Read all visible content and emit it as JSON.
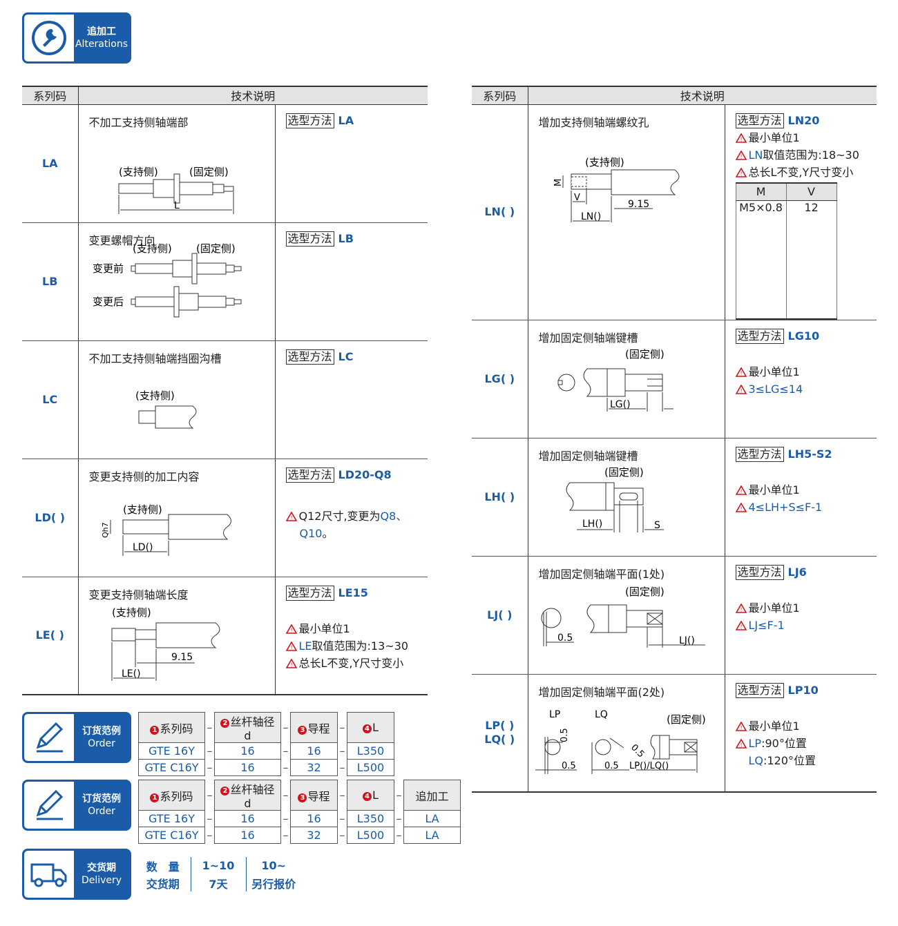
{
  "header": {
    "title_zh": "追加工",
    "title_en": "Alterations"
  },
  "table_headers": {
    "code": "系列码",
    "desc": "技术说明"
  },
  "select_label": "选型方法",
  "left_rows": [
    {
      "code": "LA",
      "title": "不加工支持侧轴端部",
      "sel": "LA",
      "labels": {
        "a": "(支持侧)",
        "b": "(固定侧)",
        "c": "L"
      }
    },
    {
      "code": "LB",
      "title": "变更螺帽方向",
      "sel": "LB",
      "labels": {
        "a": "(支持侧)",
        "b": "(固定侧)",
        "before": "变更前",
        "after": "变更后"
      }
    },
    {
      "code": "LC",
      "title": "不加工支持侧轴端挡圈沟槽",
      "sel": "LC",
      "labels": {
        "a": "(支持侧)"
      }
    },
    {
      "code": "LD( )",
      "title": "变更支持侧的加工内容",
      "sel": "LD20-Q8",
      "labels": {
        "a": "(支持侧)",
        "q": "Qh7",
        "ld": "LD()"
      },
      "notes": [
        {
          "t": "Q12尺寸,变更为"
        },
        {
          "b": "Q8、"
        },
        {
          "b2": "Q10"
        },
        {
          "t2": "。"
        }
      ]
    },
    {
      "code": "LE( )",
      "title": "变更支持侧轴端长度",
      "sel": "LE15",
      "labels": {
        "a": "(支持侧)",
        "dim": "9.15",
        "le": "LE()"
      },
      "notes": [
        "最小单位1",
        "取值范围为:13~30",
        "总长L不变,Y尺寸变小"
      ],
      "note_prefix": "LE"
    }
  ],
  "right_rows": [
    {
      "code": "LN( )",
      "title": "增加支持侧轴端螺纹孔",
      "sel": "LN20",
      "labels": {
        "a": "(支持侧)",
        "m": "M",
        "v": "V",
        "dim": "9.15",
        "ln": "LN()"
      },
      "notes": [
        "最小单位1",
        "取值范围为:18~30",
        "总长L不变,Y尺寸变小"
      ],
      "note_prefix": "LN",
      "mini": {
        "headers": [
          "M",
          "V"
        ],
        "values": [
          "M5×0.8",
          "12"
        ]
      }
    },
    {
      "code": "LG( )",
      "title": "增加固定侧轴端键槽",
      "sel": "LG10",
      "labels": {
        "a": "(固定侧)",
        "lg": "LG()"
      },
      "notes": [
        "最小单位1",
        "3≤LG≤14"
      ]
    },
    {
      "code": "LH( )",
      "title": "增加固定侧轴端键槽",
      "sel": "LH5-S2",
      "labels": {
        "a": "(固定侧)",
        "lh": "LH()",
        "s": "S"
      },
      "notes": [
        "最小单位1",
        "4≤LH+S≤F-1"
      ]
    },
    {
      "code": "LJ( )",
      "title": "增加固定侧轴端平面(1处)",
      "sel": "LJ6",
      "labels": {
        "a": "(固定侧)",
        "d": "0.5",
        "lj": "LJ()"
      },
      "notes": [
        "最小单位1",
        "LJ≤F-1"
      ]
    },
    {
      "code": "LP( )",
      "code2": "LQ( )",
      "title": "增加固定侧轴端平面(2处)",
      "sel": "LP10",
      "labels": {
        "a": "(固定侧)",
        "lp": "LP",
        "lq": "LQ",
        "d": "0.5",
        "lplq": "LP()/LQ()"
      },
      "notes": [
        "最小单位1",
        ":90°位置",
        ":120°位置"
      ],
      "lp": "LP",
      "lq": "LQ"
    }
  ],
  "order": {
    "title_zh": "订货范例",
    "title_en": "Order",
    "headers": [
      "系列码",
      "丝杆轴径d",
      "导程",
      "L",
      "追加工"
    ],
    "nums": [
      "1",
      "2",
      "3",
      "4"
    ],
    "rows": [
      [
        "GTE 16Y",
        "16",
        "16",
        "L350",
        "LA"
      ],
      [
        "GTE C16Y",
        "16",
        "32",
        "L500",
        "LA"
      ]
    ],
    "dash": "–"
  },
  "delivery": {
    "title_zh": "交货期",
    "title_en": "Delivery",
    "r1": [
      "数　量",
      "1~10",
      "10~"
    ],
    "r2": [
      "交货期",
      "7天",
      "另行报价"
    ]
  },
  "colors": {
    "brand": "#1a5ca8",
    "warn": "#d0121b"
  }
}
